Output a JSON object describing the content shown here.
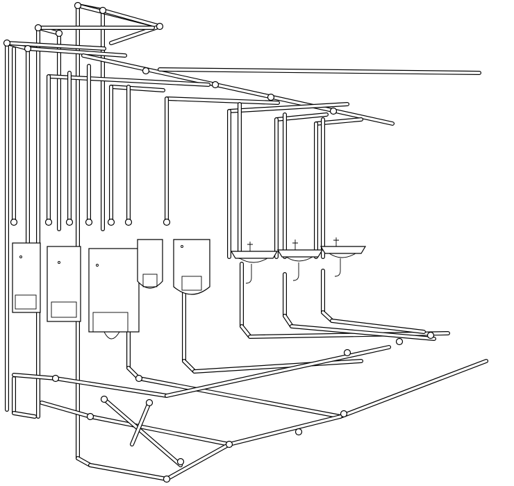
{
  "diagram": {
    "description_visible_text": "",
    "colors": {
      "background": "#ffffff",
      "line": "#000000",
      "pipe_fill": "#ffffff"
    },
    "elements": {
      "water_heaters": 3,
      "urinals": 2,
      "sinks": 3,
      "style": "isometric line drawing"
    }
  }
}
